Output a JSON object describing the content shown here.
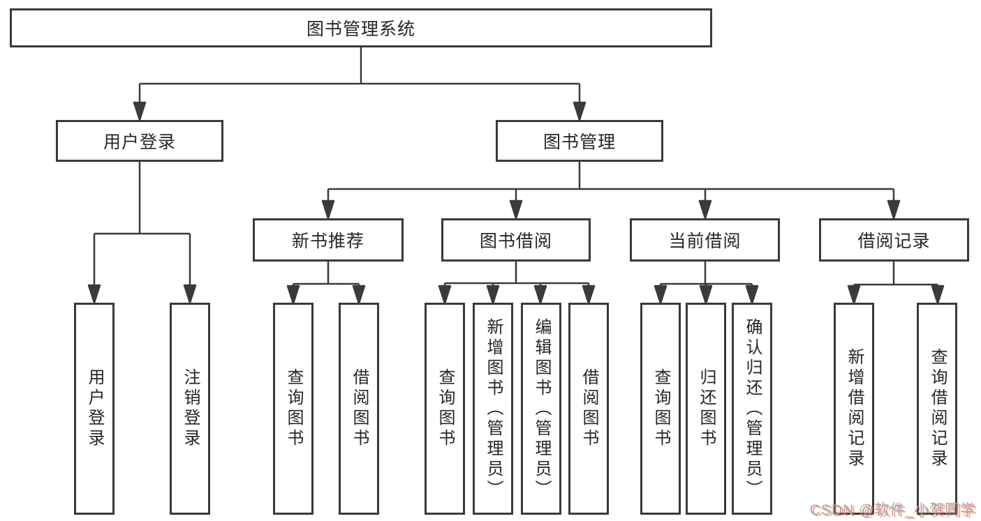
{
  "diagram": {
    "root": {
      "label": "图书管理系统"
    },
    "level2": [
      {
        "label": "用户登录"
      },
      {
        "label": "图书管理"
      }
    ],
    "level3": [
      {
        "label": "新书推荐"
      },
      {
        "label": "图书借阅"
      },
      {
        "label": "当前借阅"
      },
      {
        "label": "借阅记录"
      }
    ],
    "leaves": {
      "user": [
        {
          "label": "用户登录"
        },
        {
          "label": "注销登录"
        }
      ],
      "newbook": [
        {
          "label": "查询图书"
        },
        {
          "label": "借阅图书"
        }
      ],
      "borrow": [
        {
          "label": "查询图书"
        },
        {
          "label": "新增图书（管理员）"
        },
        {
          "label": "编辑图书（管理员）"
        },
        {
          "label": "借阅图书"
        }
      ],
      "current": [
        {
          "label": "查询图书"
        },
        {
          "label": "归还图书"
        },
        {
          "label": "确认归还（管理员）"
        }
      ],
      "records": [
        {
          "label": "新增借阅记录"
        },
        {
          "label": "查询借阅记录"
        }
      ]
    }
  },
  "watermark": {
    "text": "CSDN @软件_小贺同学"
  },
  "colors": {
    "line": "#3a3a3a",
    "text": "#262626",
    "box_background": "#ffffff",
    "page_background": "#ffffff",
    "watermark_gray": "#a6a6a6",
    "watermark_red": "#fc5531"
  }
}
